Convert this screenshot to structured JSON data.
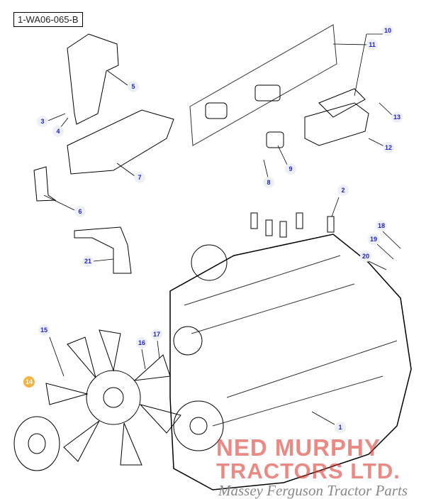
{
  "diagram": {
    "reference_code": "1-WA06-065-B",
    "callouts": [
      {
        "label": "1",
        "selected": false
      },
      {
        "label": "2",
        "selected": false
      },
      {
        "label": "3",
        "selected": false
      },
      {
        "label": "4",
        "selected": false
      },
      {
        "label": "5",
        "selected": false
      },
      {
        "label": "6",
        "selected": false
      },
      {
        "label": "7",
        "selected": false
      },
      {
        "label": "8",
        "selected": false
      },
      {
        "label": "9",
        "selected": false
      },
      {
        "label": "10",
        "selected": false
      },
      {
        "label": "11",
        "selected": false
      },
      {
        "label": "12",
        "selected": false
      },
      {
        "label": "13",
        "selected": false
      },
      {
        "label": "14",
        "selected": true
      },
      {
        "label": "15",
        "selected": false
      },
      {
        "label": "16",
        "selected": false
      },
      {
        "label": "17",
        "selected": false
      },
      {
        "label": "18",
        "selected": false
      },
      {
        "label": "19",
        "selected": false
      },
      {
        "label": "20",
        "selected": false
      },
      {
        "label": "21",
        "selected": false
      }
    ],
    "colors": {
      "callout_text": "#2222cc",
      "callout_selected": "#f5b342",
      "watermark": "#dc3c32"
    }
  },
  "watermark": {
    "line1": "NED MURPHY",
    "line2": "TRACTORS LTD.",
    "line3": "Massey Ferguson Tractor Parts"
  }
}
